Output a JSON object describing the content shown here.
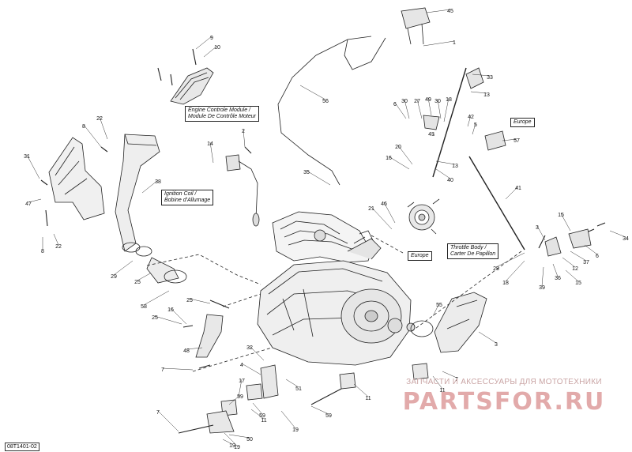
{
  "diagram_code": "08T1401-02",
  "watermark": {
    "tagline": "ЗАПЧАСТИ И АКСЕССУАРЫ ДЛЯ МОТОТЕХНИКИ",
    "logo": "PARTSFOR.RU"
  },
  "label_boxes": {
    "ecm": [
      "Engine Controle Module /",
      "Module De Contrôle Moteur"
    ],
    "ignition": [
      "Ignition Coil /",
      "Bobine d'Allumage"
    ],
    "throttle": [
      "Throttle Body /",
      "Carter De Papillon"
    ],
    "europe_1": "Europe",
    "europe_2": "Europe"
  },
  "callouts": [
    {
      "n": "45"
    },
    {
      "n": "1"
    },
    {
      "n": "9"
    },
    {
      "n": "10"
    },
    {
      "n": "33"
    },
    {
      "n": "56"
    },
    {
      "n": "13"
    },
    {
      "n": "6"
    },
    {
      "n": "30"
    },
    {
      "n": "27"
    },
    {
      "n": "49"
    },
    {
      "n": "30"
    },
    {
      "n": "18"
    },
    {
      "n": "22"
    },
    {
      "n": "8"
    },
    {
      "n": "2"
    },
    {
      "n": "42"
    },
    {
      "n": "43"
    },
    {
      "n": "5"
    },
    {
      "n": "57"
    },
    {
      "n": "14"
    },
    {
      "n": "31"
    },
    {
      "n": "20"
    },
    {
      "n": "16"
    },
    {
      "n": "13"
    },
    {
      "n": "35"
    },
    {
      "n": "40"
    },
    {
      "n": "38"
    },
    {
      "n": "41"
    },
    {
      "n": "47"
    },
    {
      "n": "21"
    },
    {
      "n": "46"
    },
    {
      "n": "15"
    },
    {
      "n": "8"
    },
    {
      "n": "22"
    },
    {
      "n": "3"
    },
    {
      "n": "34"
    },
    {
      "n": "6"
    },
    {
      "n": "37"
    },
    {
      "n": "28"
    },
    {
      "n": "12"
    },
    {
      "n": "36"
    },
    {
      "n": "15"
    },
    {
      "n": "18"
    },
    {
      "n": "39"
    },
    {
      "n": "29"
    },
    {
      "n": "25"
    },
    {
      "n": "58"
    },
    {
      "n": "25"
    },
    {
      "n": "16"
    },
    {
      "n": "55"
    },
    {
      "n": "25"
    },
    {
      "n": "3"
    },
    {
      "n": "48"
    },
    {
      "n": "32"
    },
    {
      "n": "7"
    },
    {
      "n": "4"
    },
    {
      "n": "51"
    },
    {
      "n": "17"
    },
    {
      "n": "7"
    },
    {
      "n": "59"
    },
    {
      "n": "7"
    },
    {
      "n": "11"
    },
    {
      "n": "59"
    },
    {
      "n": "11"
    },
    {
      "n": "19"
    },
    {
      "n": "59"
    },
    {
      "n": "11"
    },
    {
      "n": "19"
    },
    {
      "n": "50"
    },
    {
      "n": "19"
    }
  ]
}
